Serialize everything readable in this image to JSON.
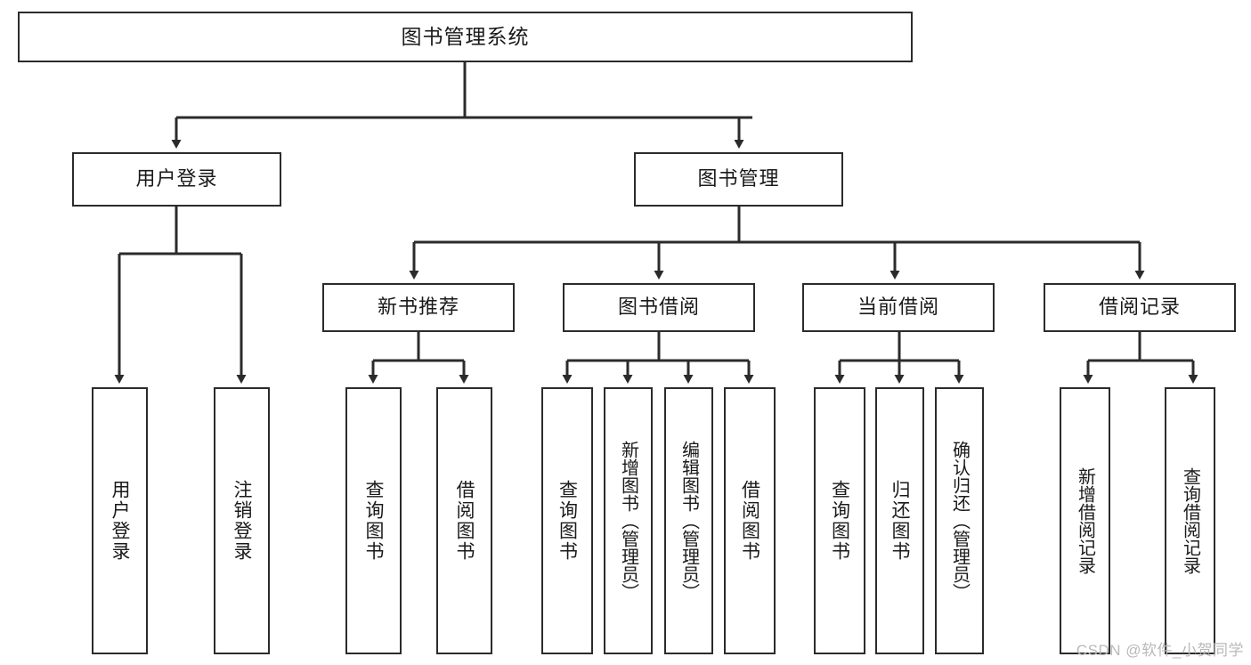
{
  "diagram": {
    "type": "hierarchy-tree",
    "title": "图书管理系统",
    "watermark": "CSDN @软件_小贺同学",
    "colors": {
      "stroke": "#2b2b2b",
      "fill": "#ffffff",
      "text": "#1a1a1a",
      "watermark": "#b9b9b9"
    },
    "nodes": {
      "root": {
        "label": "图书管理系统",
        "orientation": "horizontal",
        "level": 0
      },
      "l1": [
        {
          "id": "user-login",
          "label": "用户登录",
          "orientation": "horizontal",
          "level": 1
        },
        {
          "id": "book-manage",
          "label": "图书管理",
          "orientation": "horizontal",
          "level": 1
        }
      ],
      "l2": [
        {
          "id": "new-book-rec",
          "label": "新书推荐",
          "orientation": "horizontal",
          "level": 2,
          "parent": "book-manage"
        },
        {
          "id": "book-borrow",
          "label": "图书借阅",
          "orientation": "horizontal",
          "level": 2,
          "parent": "book-manage"
        },
        {
          "id": "current-borrow",
          "label": "当前借阅",
          "orientation": "horizontal",
          "level": 2,
          "parent": "book-manage"
        },
        {
          "id": "borrow-record",
          "label": "借阅记录",
          "orientation": "horizontal",
          "level": 2,
          "parent": "book-manage"
        }
      ],
      "leaves": [
        {
          "id": "leaf-user-login",
          "label": "用户登录",
          "orientation": "vertical",
          "parent": "user-login"
        },
        {
          "id": "leaf-user-logout",
          "label": "注销登录",
          "orientation": "vertical",
          "parent": "user-login"
        },
        {
          "id": "leaf-query-book-1",
          "label": "查询图书",
          "orientation": "vertical",
          "parent": "new-book-rec"
        },
        {
          "id": "leaf-borrow-book-1",
          "label": "借阅图书",
          "orientation": "vertical",
          "parent": "new-book-rec"
        },
        {
          "id": "leaf-query-book-2",
          "label": "查询图书",
          "orientation": "vertical",
          "parent": "book-borrow"
        },
        {
          "id": "leaf-add-book",
          "label": "新增图书（管理员）",
          "orientation": "vertical",
          "parent": "book-borrow"
        },
        {
          "id": "leaf-edit-book",
          "label": "编辑图书（管理员）",
          "orientation": "vertical",
          "parent": "book-borrow"
        },
        {
          "id": "leaf-borrow-book-2",
          "label": "借阅图书",
          "orientation": "vertical",
          "parent": "book-borrow"
        },
        {
          "id": "leaf-query-book-3",
          "label": "查询图书",
          "orientation": "vertical",
          "parent": "current-borrow"
        },
        {
          "id": "leaf-return-book",
          "label": "归还图书",
          "orientation": "vertical",
          "parent": "current-borrow"
        },
        {
          "id": "leaf-confirm-return",
          "label": "确认归还（管理员）",
          "orientation": "vertical",
          "parent": "current-borrow"
        },
        {
          "id": "leaf-add-record",
          "label": "新增借阅记录",
          "orientation": "vertical",
          "parent": "borrow-record"
        },
        {
          "id": "leaf-query-record",
          "label": "查询借阅记录",
          "orientation": "vertical",
          "parent": "borrow-record"
        }
      ]
    }
  }
}
